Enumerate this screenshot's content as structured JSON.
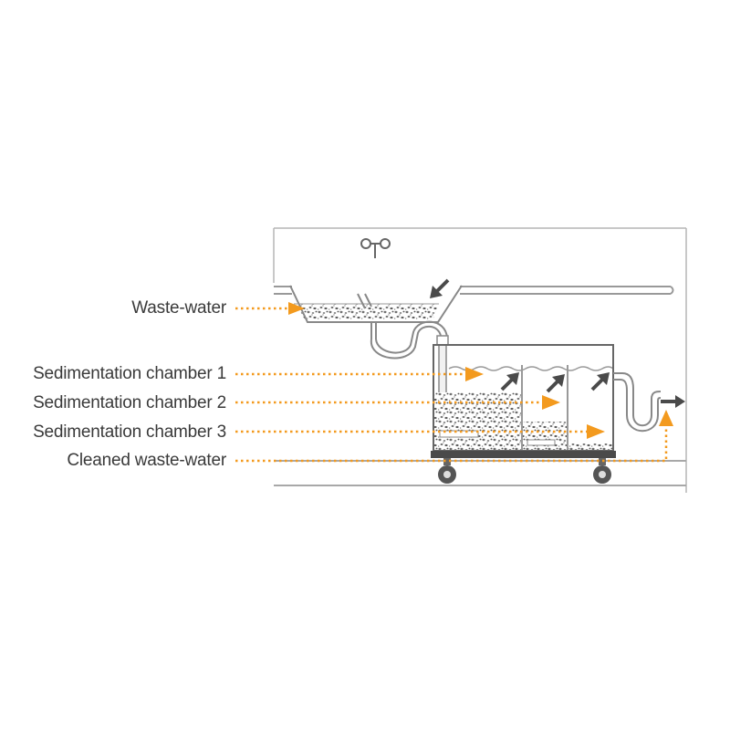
{
  "labels": [
    "Waste-water",
    "Sedimentation chamber  1",
    "Sedimentation chamber  2",
    "Sedimentation chamber  3",
    "Cleaned waste-water"
  ],
  "colors": {
    "accent": "#f39a1e",
    "line": "#8c8c8c",
    "dark": "#4a4a4a",
    "pebble": "#707070",
    "ground": "#a8a8a8"
  }
}
